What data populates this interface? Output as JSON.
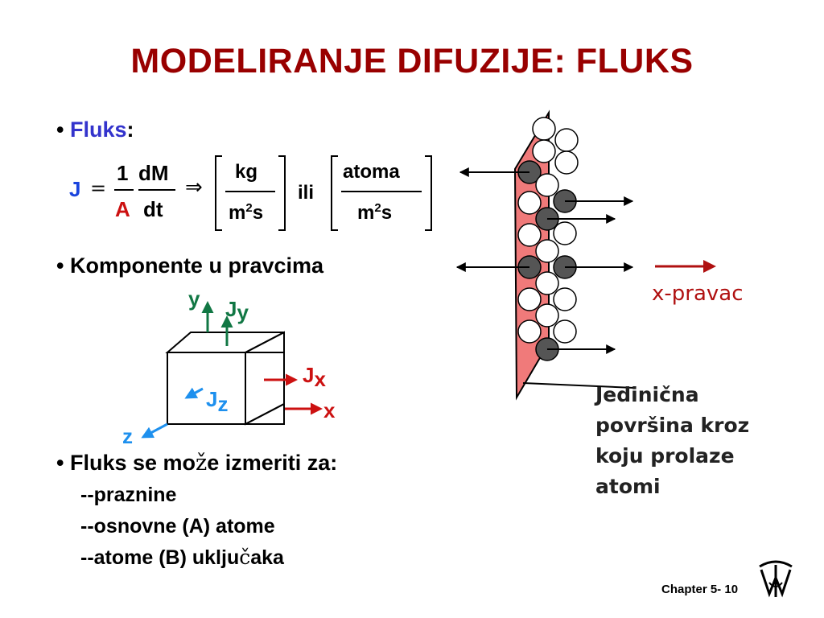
{
  "title": "MODELIRANJE DIFUZIJE:  FLUKS",
  "bullets": {
    "b1_dot": "•",
    "b1_word": "Fluks",
    "b1_colon": ":",
    "b2": "•  Komponente u pravcima",
    "b3_dot": "•  Fluks se mo",
    "b3_zh": "ž",
    "b3_rest": "e izmeriti za:",
    "sub1": "--praznine",
    "sub2": "--osnovne (A) atome",
    "sub3_a": "--atome (B) uklju",
    "sub3_c": "č",
    "sub3_b": "aka"
  },
  "equation": {
    "J": "J",
    "eq": "=",
    "one": "1",
    "A": "A",
    "dM": "dM",
    "dt": "dt",
    "implies": "⇒",
    "kg": "kg",
    "m": "m",
    "two": "2",
    "s": "s",
    "ili": "ili",
    "atoma": "atoma"
  },
  "axes": {
    "y": "y",
    "Jy_J": "J",
    "Jy_y": "y",
    "Jx_J": "J",
    "Jx_x": "x",
    "x": "x",
    "Jz_J": "J",
    "Jz_z": "z",
    "z": "z"
  },
  "diagram": {
    "direction_label": "x-pravac",
    "caption_lines": [
      "Jedinična",
      "površina kroz",
      "koju prolaze",
      "atomi"
    ]
  },
  "footer": {
    "chapter": "Chapter 5- 10"
  },
  "colors": {
    "title": "#990000",
    "fluks": "#3333cc",
    "J_blue": "#1a44dd",
    "A_red": "#cc1111",
    "green": "#117744",
    "red_arrow": "#cc1111",
    "cyan": "#1e90ee",
    "plane": "#f07a7a"
  },
  "icons": [
    "wiley-logo-icon"
  ]
}
